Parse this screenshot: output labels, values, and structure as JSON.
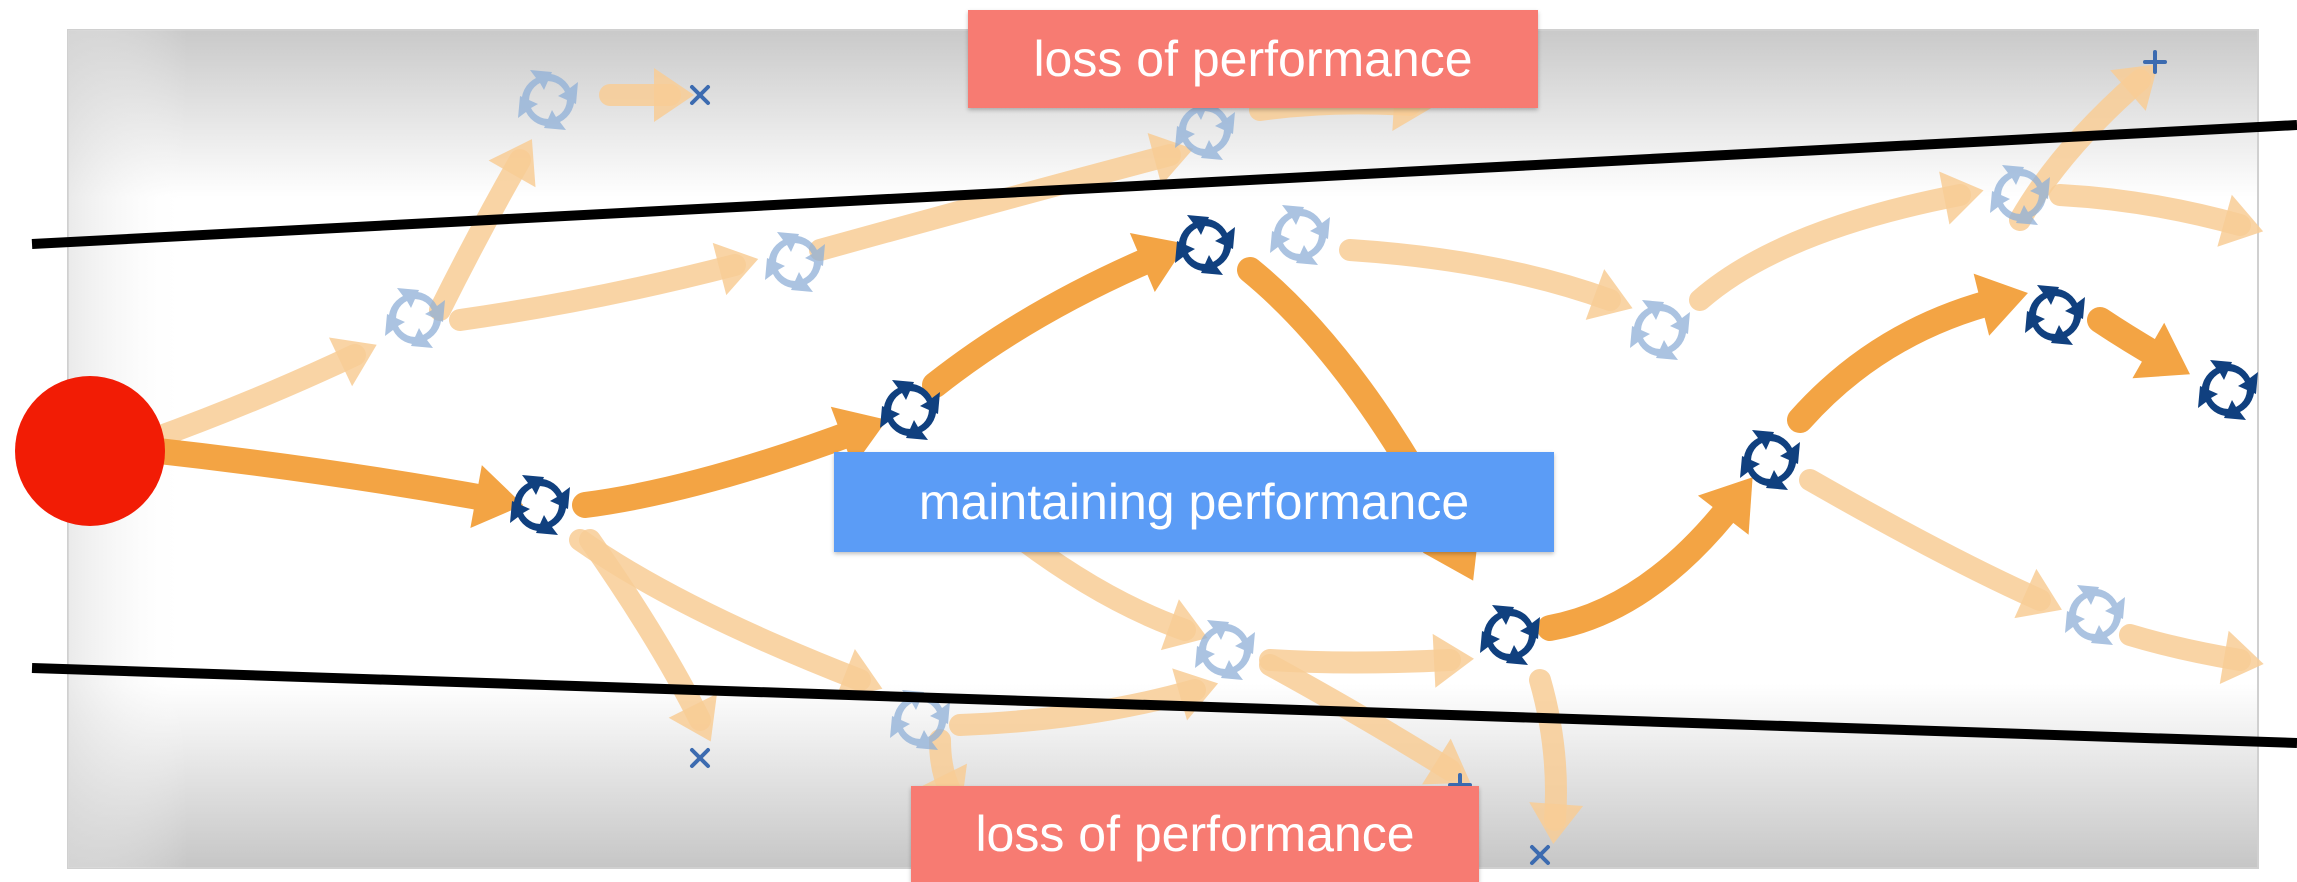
{
  "labels": {
    "top": "loss of performance",
    "middle": "maintaining performance",
    "bottom": "loss of performance"
  },
  "colors": {
    "loss": "#f77b72",
    "maintain": "#5b9cf6",
    "start_dot": "#f21c05",
    "arrow_strong": "#f3a444",
    "arrow_faint": "#f8cc95",
    "node_strong": "#10407f",
    "node_faint": "#8fb0d8",
    "boundary": "#000000"
  },
  "icons": {
    "node": "recycle-arrows-icon",
    "terminal_x": "x-mark-icon",
    "terminal_plus": "plus-mark-icon"
  }
}
